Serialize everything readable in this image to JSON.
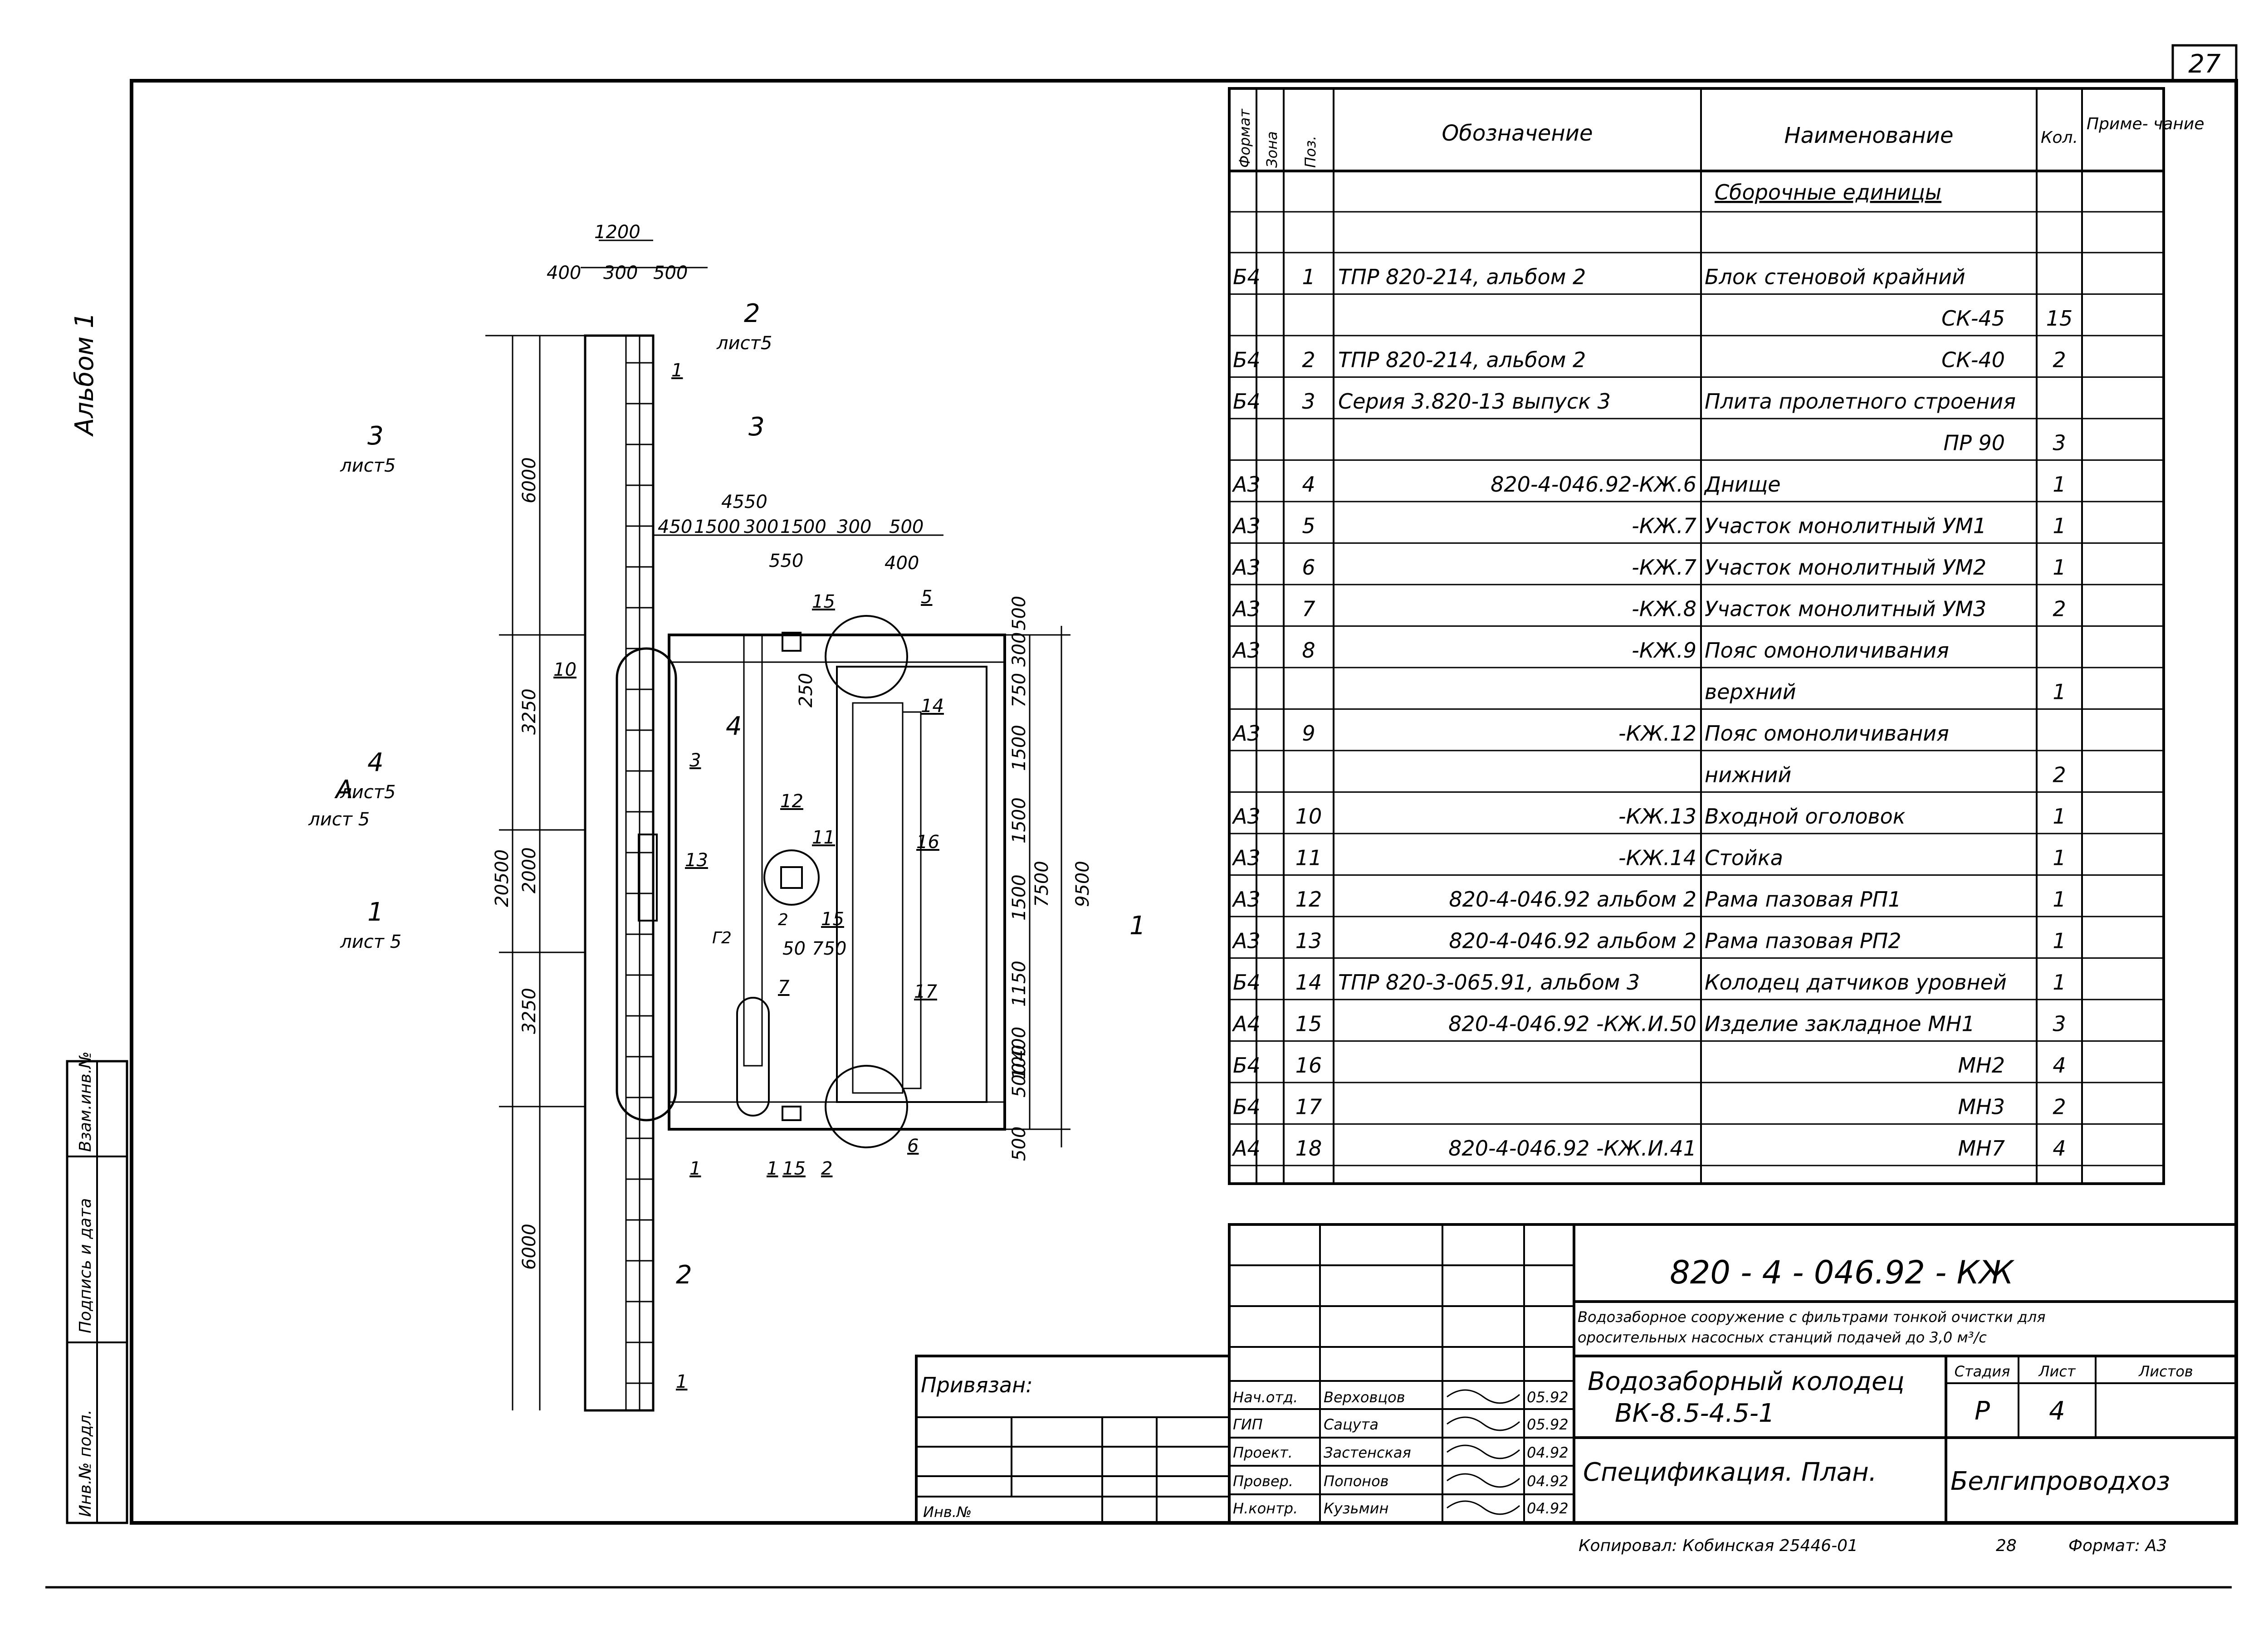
{
  "sheet": {
    "page_number": "27",
    "album_label": "Альбом 1",
    "copied_by": "Копировал: Кобинская 25446-01",
    "copy_sheet": "28",
    "format": "Формат: А3"
  },
  "spec": {
    "headers": {
      "format": "Формат",
      "zone": "Зона",
      "pos": "Поз.",
      "designation": "Обозначение",
      "name": "Наименование",
      "qty": "Кол.",
      "note": "Приме- чание"
    },
    "section_title": "Сборочные единицы",
    "rows": [
      {
        "format": "Б4",
        "pos": "1",
        "designation": "ТПР 820-214, альбом 2",
        "name": "Блок стеновой крайний",
        "qty": ""
      },
      {
        "format": "",
        "pos": "",
        "designation": "",
        "name": "СК-45",
        "qty": "15"
      },
      {
        "format": "Б4",
        "pos": "2",
        "designation": "ТПР 820-214, альбом 2",
        "name": "СК-40",
        "qty": "2"
      },
      {
        "format": "Б4",
        "pos": "3",
        "designation": "Серия 3.820-13 выпуск 3",
        "name": "Плита пролетного строения",
        "qty": ""
      },
      {
        "format": "",
        "pos": "",
        "designation": "",
        "name": "ПР 90",
        "qty": "3"
      },
      {
        "format": "А3",
        "pos": "4",
        "designation": "820-4-046.92-КЖ.6",
        "name": "Днище",
        "qty": "1"
      },
      {
        "format": "А3",
        "pos": "5",
        "designation": "-КЖ.7",
        "name": "Участок монолитный УМ1",
        "qty": "1"
      },
      {
        "format": "А3",
        "pos": "6",
        "designation": "-КЖ.7",
        "name": "Участок монолитный УМ2",
        "qty": "1"
      },
      {
        "format": "А3",
        "pos": "7",
        "designation": "-КЖ.8",
        "name": "Участок монолитный УМ3",
        "qty": "2"
      },
      {
        "format": "А3",
        "pos": "8",
        "designation": "-КЖ.9",
        "name": "Пояс омоноличивания",
        "qty": ""
      },
      {
        "format": "",
        "pos": "",
        "designation": "",
        "name": "верхний",
        "qty": "1"
      },
      {
        "format": "А3",
        "pos": "9",
        "designation": "-КЖ.12",
        "name": "Пояс омоноличивания",
        "qty": ""
      },
      {
        "format": "",
        "pos": "",
        "designation": "",
        "name": "нижний",
        "qty": "2"
      },
      {
        "format": "А3",
        "pos": "10",
        "designation": "-КЖ.13",
        "name": "Входной оголовок",
        "qty": "1"
      },
      {
        "format": "А3",
        "pos": "11",
        "designation": "-КЖ.14",
        "name": "Стойка",
        "qty": "1"
      },
      {
        "format": "А3",
        "pos": "12",
        "designation": "820-4-046.92 альбом 2",
        "name": "Рама пазовая РП1",
        "qty": "1"
      },
      {
        "format": "А3",
        "pos": "13",
        "designation": "820-4-046.92 альбом 2",
        "name": "Рама пазовая РП2",
        "qty": "1"
      },
      {
        "format": "Б4",
        "pos": "14",
        "designation": "ТПР 820-3-065.91, альбом 3",
        "name": "Колодец датчиков уровней",
        "qty": "1"
      },
      {
        "format": "А4",
        "pos": "15",
        "designation": "820-4-046.92 -КЖ.И.50",
        "name": "Изделие закладное МН1",
        "qty": "3"
      },
      {
        "format": "Б4",
        "pos": "16",
        "designation": "",
        "name": "МН2",
        "qty": "4"
      },
      {
        "format": "Б4",
        "pos": "17",
        "designation": "",
        "name": "МН3",
        "qty": "2"
      },
      {
        "format": "А4",
        "pos": "18",
        "designation": "820-4-046.92 -КЖ.И.41",
        "name": "МН7",
        "qty": "4"
      }
    ]
  },
  "title_block": {
    "code": "820 - 4 - 046.92 - КЖ",
    "project_line1": "Водозаборное сооружение с фильтрами тонкой очистки для",
    "project_line2": "оросительных насосных станций подачей до 3,0 м³/с",
    "object_line1": "Водозаборный колодец",
    "object_line2": "ВК-8.5-4.5-1",
    "stage_label": "Стадия",
    "sheet_label": "Лист",
    "sheets_label": "Листов",
    "stage": "Р",
    "sheet_no": "4",
    "sheet_title": "Спецификация. План.",
    "organization": "Белгипроводхоз",
    "tied_label": "Привязан:",
    "inv_label": "Инв.№",
    "staff": [
      {
        "role": "Нач.отд.",
        "name": "Верховцов",
        "date": "05.92"
      },
      {
        "role": "ГИП",
        "name": "Сацута",
        "date": "05.92"
      },
      {
        "role": "Проект.",
        "name": "Застенская",
        "date": "04.92"
      },
      {
        "role": "Провер.",
        "name": "Попонов",
        "date": "04.92"
      },
      {
        "role": "Н.контр.",
        "name": "Кузьмин",
        "date": "04.92"
      }
    ]
  },
  "side_stamp": {
    "inv_podl": "Инв.№ подл.",
    "sign_date": "Подпись и дата",
    "vzam_inv": "Взам.инв.№"
  },
  "plan": {
    "dims_top": [
      "1200",
      "400",
      "300",
      "500"
    ],
    "dims_left": [
      "6000",
      "3250",
      "2000",
      "3250",
      "6000"
    ],
    "dim_total_left": "20500",
    "dim_4550": "4550",
    "dims_4550_parts": [
      "450",
      "1500",
      "300",
      "1500",
      "300",
      "500"
    ],
    "dim_550": "550",
    "dim_400": "400",
    "dim_250": "250",
    "dims_right": [
      "500",
      "300",
      "750",
      "1500",
      "1500",
      "1500",
      "1150",
      "400",
      "100",
      "500",
      "500"
    ],
    "dim_7500": "7500",
    "dim_9500": "9500",
    "dim_50": "50",
    "dim_750": "750",
    "sections": [
      {
        "num": "2",
        "sheet": "лист5"
      },
      {
        "num": "3",
        "sheet": "лист5"
      },
      {
        "num": "3",
        "sheet": ""
      },
      {
        "num": "4",
        "sheet": "лист5"
      },
      {
        "num": "4",
        "sheet": ""
      },
      {
        "num": "А",
        "sheet": "лист 5"
      },
      {
        "num": "1",
        "sheet": "лист 5"
      },
      {
        "num": "1",
        "sheet": ""
      },
      {
        "num": "2",
        "sheet": ""
      }
    ],
    "callouts": [
      "1",
      "1",
      "1",
      "1",
      "2",
      "3",
      "5",
      "6",
      "7",
      "10",
      "11",
      "12",
      "13",
      "14",
      "15",
      "15",
      "15",
      "16",
      "17"
    ],
    "misc_marks": [
      "Г2",
      "2"
    ]
  }
}
